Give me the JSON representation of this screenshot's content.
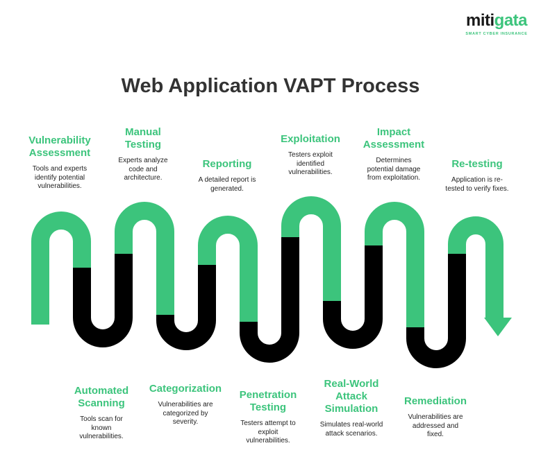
{
  "brand": {
    "name_part1": "miti",
    "name_part2": "gata",
    "tagline": "SMART CYBER INSURANCE"
  },
  "title": "Web Application VAPT Process",
  "colors": {
    "green": "#3cc47c",
    "black": "#000000",
    "title": "#333333"
  },
  "steps_top": [
    {
      "id": "vulnerability-assessment",
      "title_lines": [
        "Vulnerability",
        "Assessment"
      ],
      "desc_lines": [
        "Tools and experts",
        "identify potential",
        "vulnerabilities."
      ]
    },
    {
      "id": "manual-testing",
      "title_lines": [
        "Manual",
        "Testing"
      ],
      "desc_lines": [
        "Experts analyze",
        "code and",
        "architecture."
      ]
    },
    {
      "id": "reporting",
      "title_lines": [
        "Reporting"
      ],
      "desc_lines": [
        "A detailed report is",
        "generated."
      ]
    },
    {
      "id": "exploitation",
      "title_lines": [
        "Exploitation"
      ],
      "desc_lines": [
        "Testers exploit",
        "identified",
        "vulnerabilities."
      ]
    },
    {
      "id": "impact-assessment",
      "title_lines": [
        "Impact",
        "Assessment"
      ],
      "desc_lines": [
        "Determines",
        "potential damage",
        "from exploitation."
      ]
    },
    {
      "id": "re-testing",
      "title_lines": [
        "Re-testing"
      ],
      "desc_lines": [
        "Application is re-",
        "tested to verify fixes."
      ]
    }
  ],
  "steps_bottom": [
    {
      "id": "automated-scanning",
      "title_lines": [
        "Automated",
        "Scanning"
      ],
      "desc_lines": [
        "Tools scan for",
        "known",
        "vulnerabilities."
      ]
    },
    {
      "id": "categorization",
      "title_lines": [
        "Categorization"
      ],
      "desc_lines": [
        "Vulnerabilities are",
        "categorized by",
        "severity."
      ]
    },
    {
      "id": "penetration-testing",
      "title_lines": [
        "Penetration",
        "Testing"
      ],
      "desc_lines": [
        "Testers attempt to",
        "exploit",
        "vulnerabilities."
      ]
    },
    {
      "id": "real-world-attack-simulation",
      "title_lines": [
        "Real-World",
        "Attack",
        "Simulation"
      ],
      "desc_lines": [
        "Simulates real-world",
        "attack scenarios."
      ]
    },
    {
      "id": "remediation",
      "title_lines": [
        "Remediation"
      ],
      "desc_lines": [
        "Vulnerabilities are",
        "addressed and",
        "fixed."
      ]
    }
  ]
}
